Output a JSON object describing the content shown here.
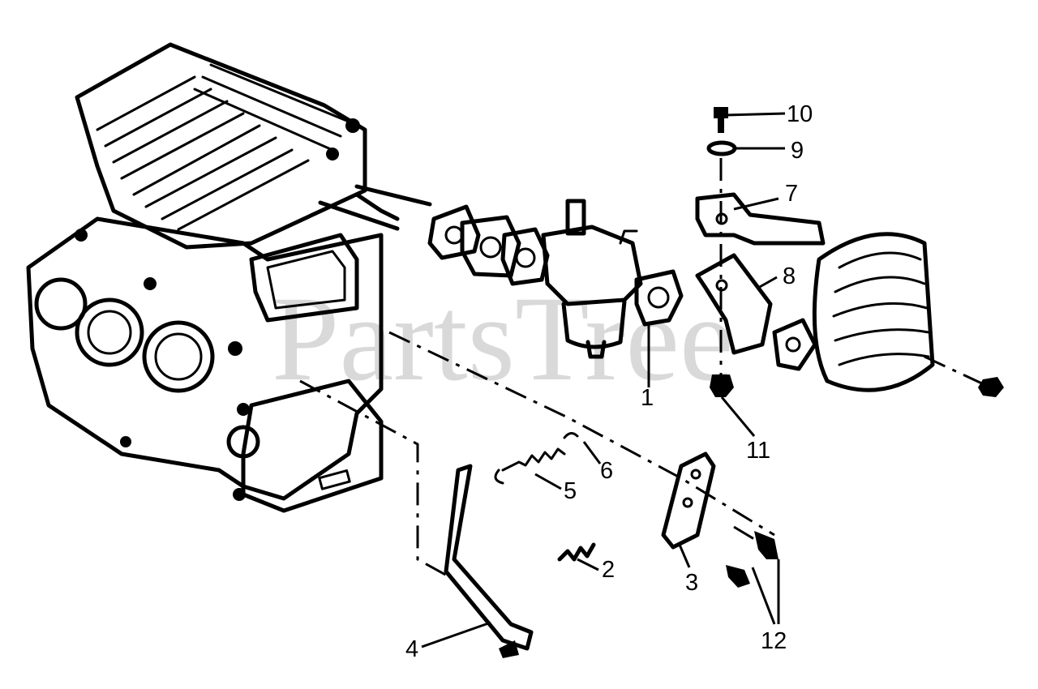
{
  "diagram": {
    "watermark": "PartsTree",
    "callouts": [
      "1",
      "2",
      "3",
      "4",
      "5",
      "6",
      "7",
      "8",
      "9",
      "10",
      "11",
      "12"
    ]
  }
}
